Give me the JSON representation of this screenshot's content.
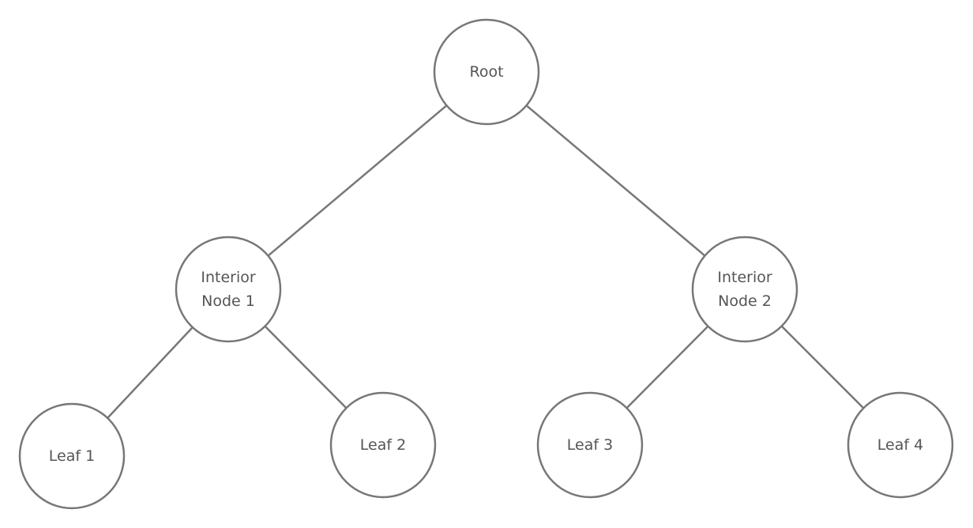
{
  "diagram": {
    "type": "binary-tree",
    "nodes": [
      {
        "id": "root",
        "lines": [
          "Root"
        ]
      },
      {
        "id": "interior-node-1",
        "lines": [
          "Interior",
          "Node 1"
        ]
      },
      {
        "id": "interior-node-2",
        "lines": [
          "Interior",
          "Node 2"
        ]
      },
      {
        "id": "leaf-1",
        "lines": [
          "Leaf 1"
        ]
      },
      {
        "id": "leaf-2",
        "lines": [
          "Leaf 2"
        ]
      },
      {
        "id": "leaf-3",
        "lines": [
          "Leaf 3"
        ]
      },
      {
        "id": "leaf-4",
        "lines": [
          "Leaf 4"
        ]
      }
    ],
    "edges": [
      {
        "from": "root",
        "to": "interior-node-1"
      },
      {
        "from": "root",
        "to": "interior-node-2"
      },
      {
        "from": "interior-node-1",
        "to": "leaf-1"
      },
      {
        "from": "interior-node-1",
        "to": "leaf-2"
      },
      {
        "from": "interior-node-2",
        "to": "leaf-3"
      },
      {
        "from": "interior-node-2",
        "to": "leaf-4"
      }
    ],
    "colors": {
      "stroke": "#777777",
      "text": "#555555",
      "fill": "#ffffff"
    }
  }
}
